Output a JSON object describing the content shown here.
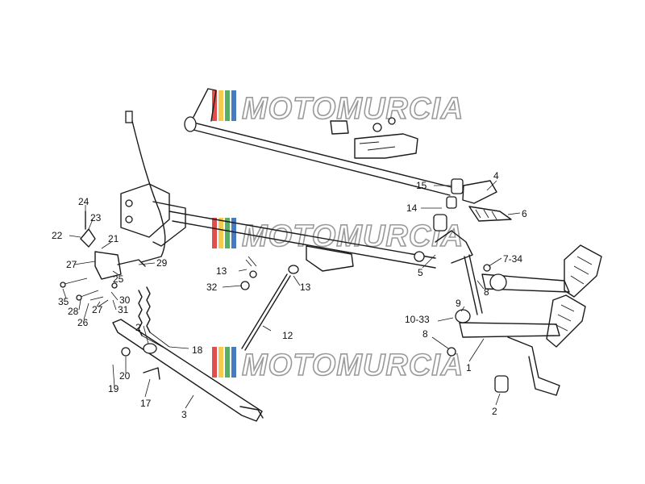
{
  "watermark": {
    "text": "MOTOMURCIA",
    "stripe_colors": [
      "#d9302c",
      "#f2c230",
      "#3aa04a",
      "#2a62b8"
    ],
    "outline_color": "#9a9a9a"
  },
  "callouts": [
    {
      "id": "c-1",
      "label": "1"
    },
    {
      "id": "c-2a",
      "label": "2"
    },
    {
      "id": "c-2b",
      "label": "2"
    },
    {
      "id": "c-3",
      "label": "3"
    },
    {
      "id": "c-4",
      "label": "4"
    },
    {
      "id": "c-5",
      "label": "5"
    },
    {
      "id": "c-6",
      "label": "6"
    },
    {
      "id": "c-7",
      "label": "7-34"
    },
    {
      "id": "c-8a",
      "label": "8"
    },
    {
      "id": "c-8b",
      "label": "8"
    },
    {
      "id": "c-9",
      "label": "9"
    },
    {
      "id": "c-10",
      "label": "10-33"
    },
    {
      "id": "c-12",
      "label": "12"
    },
    {
      "id": "c-13a",
      "label": "13"
    },
    {
      "id": "c-13b",
      "label": "13"
    },
    {
      "id": "c-14",
      "label": "14"
    },
    {
      "id": "c-15",
      "label": "15"
    },
    {
      "id": "c-17",
      "label": "17"
    },
    {
      "id": "c-18",
      "label": "18"
    },
    {
      "id": "c-19",
      "label": "19"
    },
    {
      "id": "c-20",
      "label": "20"
    },
    {
      "id": "c-21",
      "label": "21"
    },
    {
      "id": "c-22",
      "label": "22"
    },
    {
      "id": "c-23",
      "label": "23"
    },
    {
      "id": "c-24",
      "label": "24"
    },
    {
      "id": "c-25",
      "label": "25"
    },
    {
      "id": "c-26",
      "label": "26"
    },
    {
      "id": "c-27a",
      "label": "27"
    },
    {
      "id": "c-27b",
      "label": "27"
    },
    {
      "id": "c-28",
      "label": "28"
    },
    {
      "id": "c-29",
      "label": "29"
    },
    {
      "id": "c-30",
      "label": "30"
    },
    {
      "id": "c-31",
      "label": "31"
    },
    {
      "id": "c-32",
      "label": "32"
    },
    {
      "id": "c-35",
      "label": "35"
    }
  ]
}
